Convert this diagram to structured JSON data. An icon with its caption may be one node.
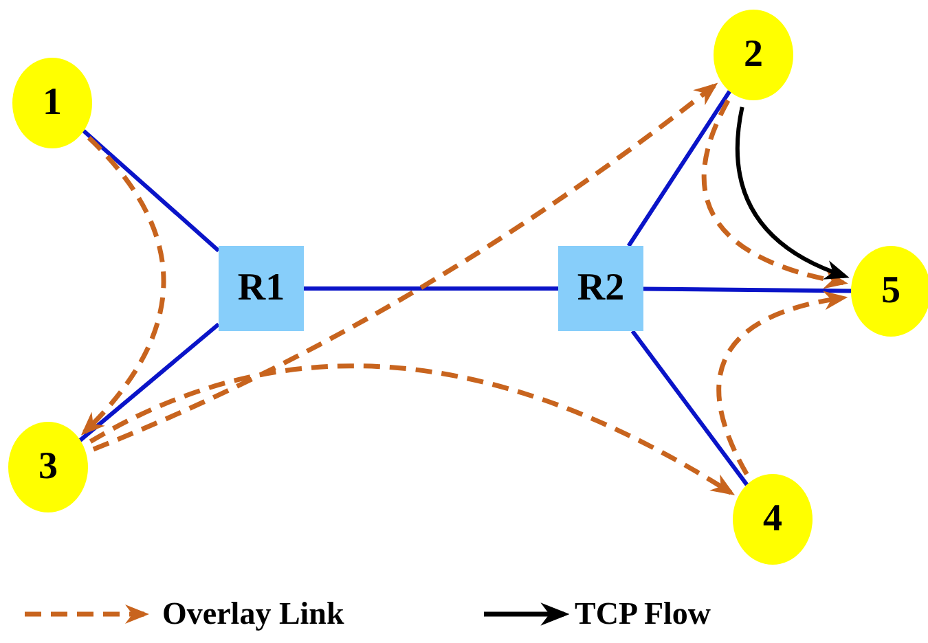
{
  "diagram": {
    "nodes": [
      {
        "text": [
          "1"
        ]
      },
      {
        "text": [
          "2"
        ]
      },
      {
        "text": [
          "R1"
        ]
      },
      {
        "text": [
          "R2"
        ]
      },
      {
        "text": [
          "5"
        ]
      },
      {
        "text": [
          "3"
        ]
      },
      {
        "text": [
          "4"
        ]
      }
    ],
    "edges": [
      {
        "from": 0,
        "to": 2,
        "arrow": "none"
      },
      {
        "from": 5,
        "to": 2,
        "arrow": "none"
      },
      {
        "from": 2,
        "to": 3,
        "arrow": "none"
      },
      {
        "from": 3,
        "to": 1,
        "arrow": "none"
      },
      {
        "from": 3,
        "to": 4,
        "arrow": "none"
      },
      {
        "from": 3,
        "to": 6,
        "arrow": "none"
      },
      {
        "from": 0,
        "to": 5,
        "arrow": "to",
        "style": "dashed",
        "color": "#c8641e"
      },
      {
        "from": 5,
        "to": 1,
        "arrow": "to",
        "style": "dashed",
        "color": "#c8641e"
      },
      {
        "from": 5,
        "to": 6,
        "arrow": "to",
        "style": "dashed",
        "color": "#c8641e"
      },
      {
        "from": 1,
        "to": 4,
        "arrow": "to",
        "style": "dashed",
        "color": "#c8641e"
      },
      {
        "from": 6,
        "to": 4,
        "arrow": "to",
        "style": "dashed",
        "color": "#c8641e"
      },
      {
        "from": 1,
        "to": 4,
        "arrow": "to",
        "color": "#000000"
      }
    ],
    "legend": [
      {
        "text": "Overlay Link"
      },
      {
        "text": "TCP Flow"
      }
    ]
  }
}
